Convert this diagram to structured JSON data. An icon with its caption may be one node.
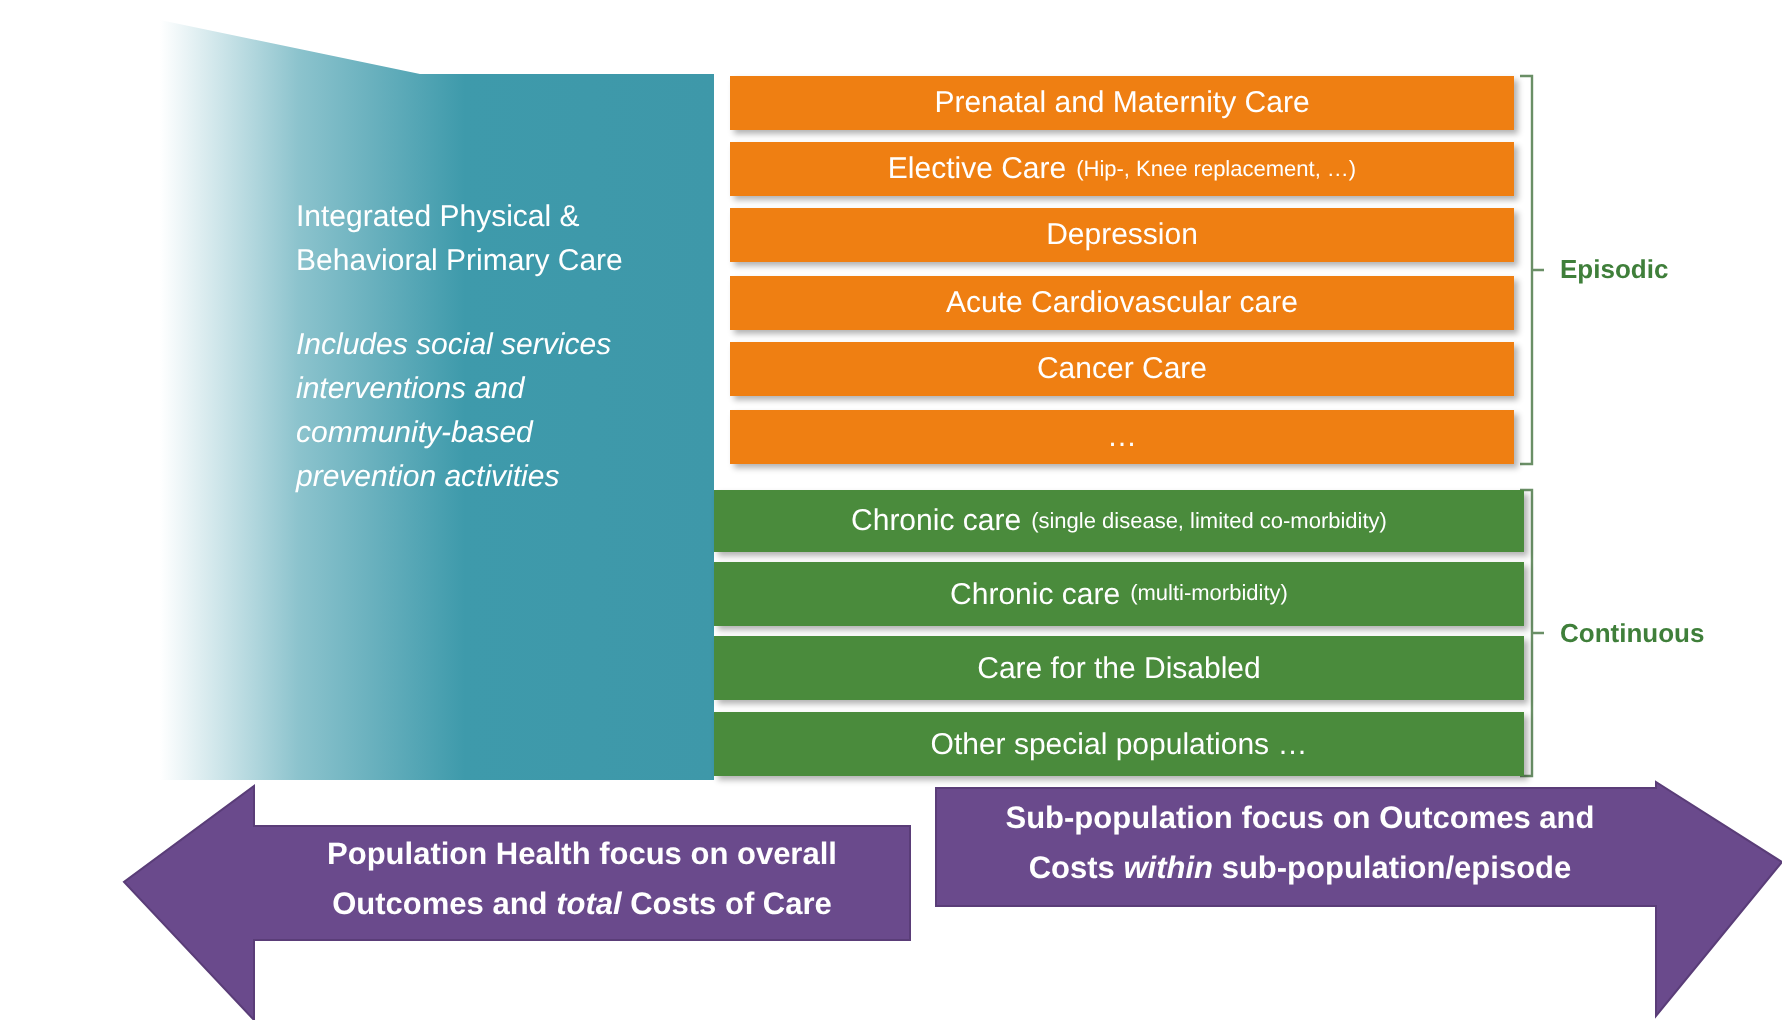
{
  "diagram": {
    "nodes": [
      {
        "text": [
          "Integrated Physical & Behavioral Primary Care",
          "Includes social services interventions and community-based prevention activities"
        ]
      },
      {
        "text": [
          "Prenatal and Maternity Care"
        ]
      },
      {
        "text": [
          "Elective Care",
          "(Hip-, Knee replacement, …)"
        ]
      },
      {
        "text": [
          "Depression"
        ]
      },
      {
        "text": [
          "Acute Cardiovascular care"
        ]
      },
      {
        "text": [
          "Cancer Care"
        ]
      },
      {
        "text": [
          "…"
        ]
      },
      {
        "text": [
          "Chronic care",
          "(single disease, limited co-morbidity)"
        ]
      },
      {
        "text": [
          "Chronic care",
          "(multi-morbidity)"
        ]
      },
      {
        "text": [
          "Care for the Disabled"
        ]
      },
      {
        "text": [
          "Other special populations …"
        ]
      },
      {
        "text": [
          "Population Health focus on overall Outcomes and *total* Costs of Care"
        ]
      },
      {
        "text": [
          "Sub-population focus on Outcomes and Costs *within* sub-population/episode"
        ]
      }
    ],
    "labels": [
      "Episodic",
      "Continuous"
    ]
  }
}
